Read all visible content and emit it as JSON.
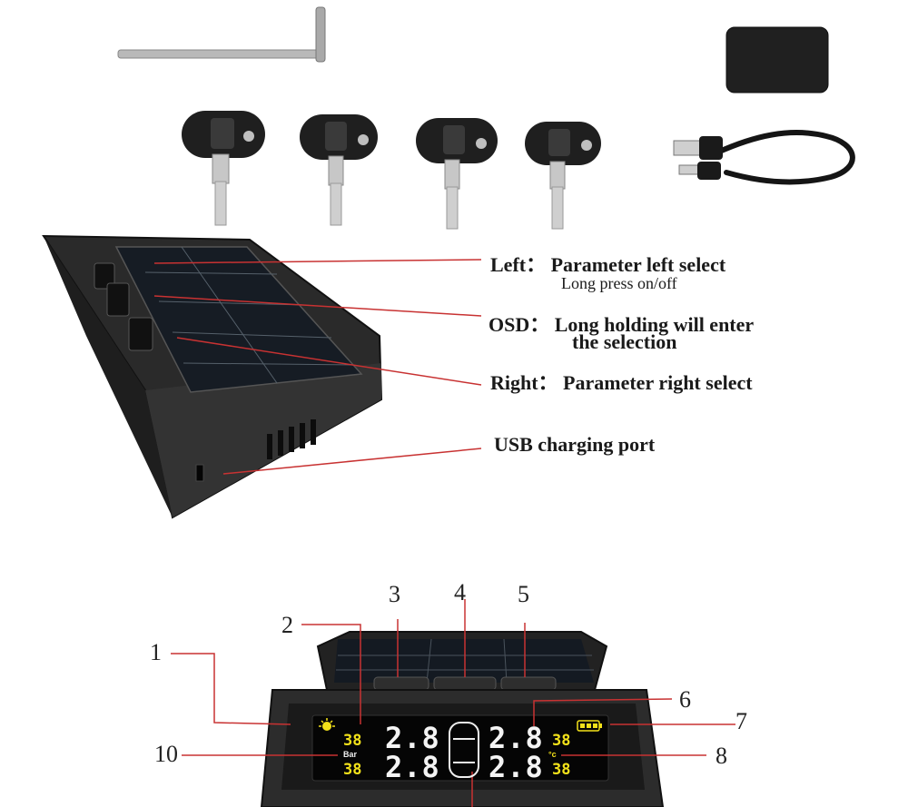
{
  "buttons": {
    "left": {
      "title": "Left： Parameter left select",
      "note": "Long press on/off"
    },
    "osd": {
      "title": "OSD： Long holding will enter",
      "note": "the selection"
    },
    "right": {
      "title": "Right： Parameter right select"
    },
    "usb": {
      "title": "USB charging port"
    }
  },
  "callouts": [
    "1",
    "2",
    "3",
    "4",
    "5",
    "6",
    "7",
    "8",
    "10"
  ],
  "display": {
    "pressure_fl": "2.8",
    "pressure_fr": "2.8",
    "pressure_rl": "2.8",
    "pressure_rr": "2.8",
    "temp_fl": "38",
    "temp_rl": "38",
    "temp_fr": "38",
    "temp_rr": "38",
    "unit_pressure": "Bar",
    "unit_temp": "°c"
  },
  "colors": {
    "lcd_yellow": "#f3e21a",
    "device_body": "#2b2b2b",
    "callout_red": "#d42a2a"
  },
  "icons": [
    "hex-key-icon",
    "tire-sensor-icon",
    "adhesive-pad-icon",
    "usb-cable-icon",
    "solar-panel-icon",
    "sun-icon",
    "battery-icon",
    "car-icon"
  ]
}
